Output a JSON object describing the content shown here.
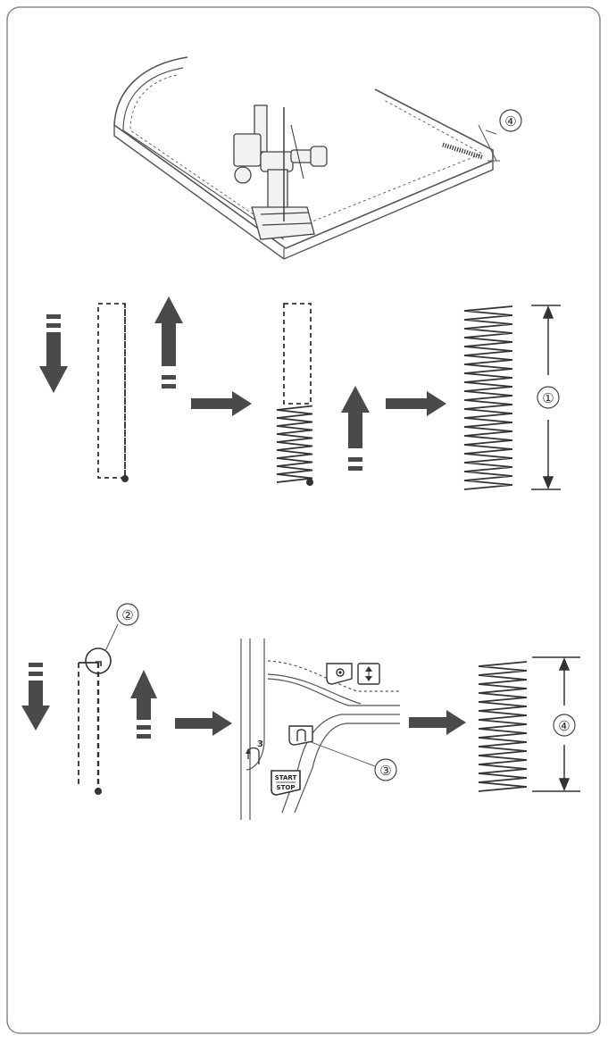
{
  "callouts": {
    "c1": "①",
    "c2": "②",
    "c3": "③",
    "c4": "④"
  },
  "panel": {
    "memory_label": "3",
    "start": "START",
    "stop": "STOP"
  },
  "colors": {
    "ink": "#2f2f2f",
    "arrow": "#4a4a4a",
    "frame": "#888888",
    "background": "#ffffff"
  },
  "icons": [
    "arrow-down-icon",
    "arrow-up-icon",
    "arrow-right-icon",
    "needle-up-down-icon",
    "needle-position-icon",
    "reverse-stitch-icon",
    "memory-auto-lock-icon"
  ]
}
